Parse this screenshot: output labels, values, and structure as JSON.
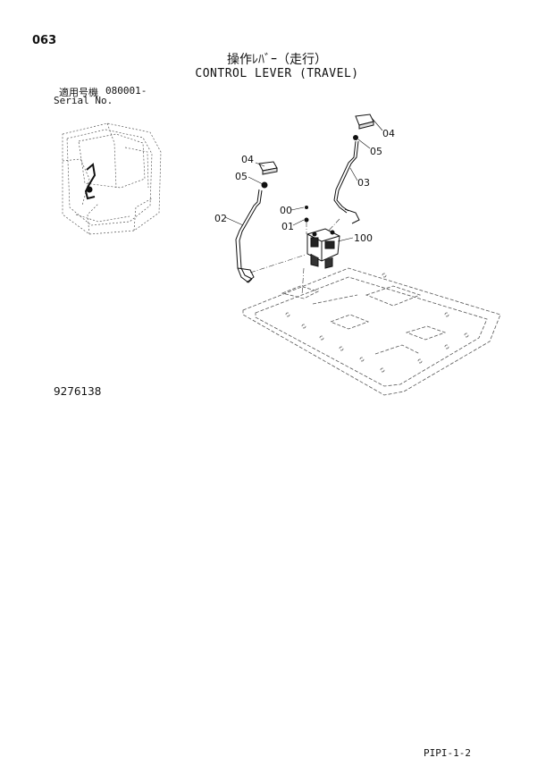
{
  "header": {
    "page_code": "063",
    "title_jp": "操作ﾚﾊﾞｰ（走行）",
    "title_en": "CONTROL LEVER (TRAVEL)"
  },
  "serial": {
    "label_jp": "適用号機",
    "value": "080001-",
    "label_en": "Serial No."
  },
  "diagram": {
    "callouts": [
      "04",
      "05",
      "03",
      "04",
      "05",
      "00",
      "01",
      "02",
      "100"
    ]
  },
  "footer": {
    "drawing_number": "9276138",
    "page_ref": "PIPI-1-2"
  }
}
